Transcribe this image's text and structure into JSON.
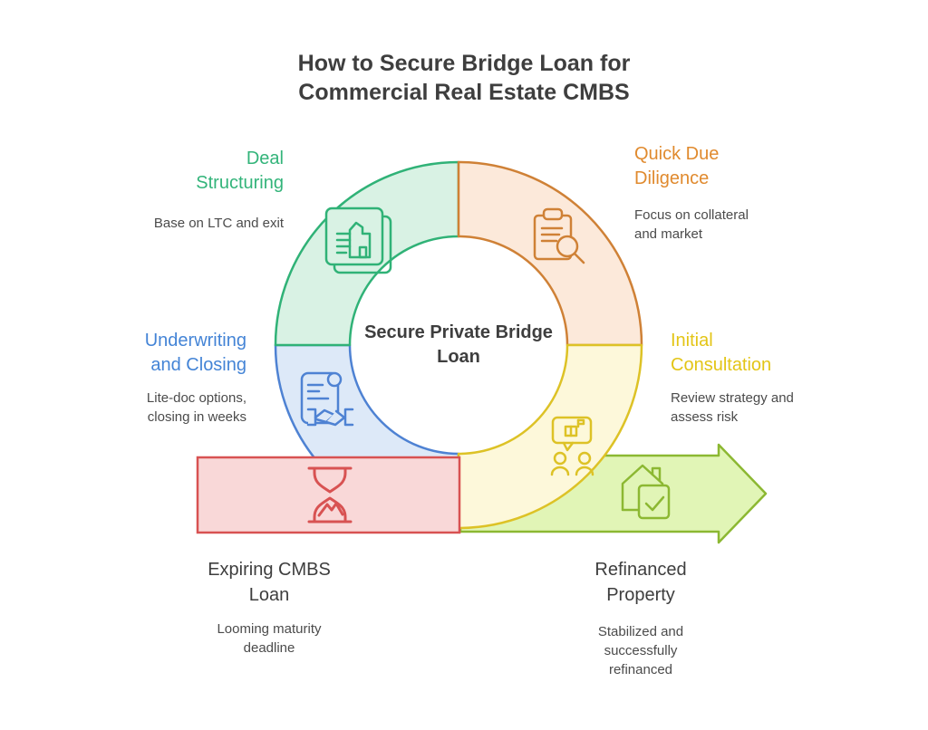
{
  "title": "How to Secure Bridge Loan for\nCommercial Real Estate CMBS",
  "center_label": "Secure Private Bridge\nLoan",
  "steps": [
    {
      "id": "deal-structuring",
      "label": "Deal\nStructuring",
      "description": "Base on LTC and exit",
      "color": "#33b47a",
      "fill": "#d9f2e4",
      "icon": "blueprint-building-icon"
    },
    {
      "id": "quick-due-diligence",
      "label": "Quick Due\nDiligence",
      "description": "Focus on collateral\nand market",
      "color": "#e08a2e",
      "fill": "#fce9da",
      "icon": "clipboard-search-icon"
    },
    {
      "id": "underwriting-and-closing",
      "label": "Underwriting\nand Closing",
      "description": "Lite-doc options,\nclosing in weeks",
      "color": "#4484d6",
      "fill": "#dde9f8",
      "icon": "contract-handshake-icon"
    },
    {
      "id": "initial-consultation",
      "label": "Initial\nConsultation",
      "description": "Review strategy and\nassess risk",
      "color": "#e3c516",
      "fill": "#fdf8da",
      "icon": "consultation-people-icon"
    }
  ],
  "timeline": {
    "start": {
      "id": "expiring-cmbs-loan",
      "label": "Expiring CMBS\nLoan",
      "description": "Looming maturity\ndeadline",
      "color": "#d85252",
      "fill": "#f9d8d8",
      "icon": "hourglass-icon"
    },
    "end": {
      "id": "refinanced-property",
      "label": "Refinanced\nProperty",
      "description": "Stabilized and\nsuccessfully\nrefinanced",
      "color": "#8cb832",
      "fill": "#e1f5b6",
      "icon": "house-check-icon"
    }
  },
  "colors": {
    "title_text": "#3e3e3e",
    "body_text": "#4b4b4b",
    "background": "#ffffff"
  }
}
